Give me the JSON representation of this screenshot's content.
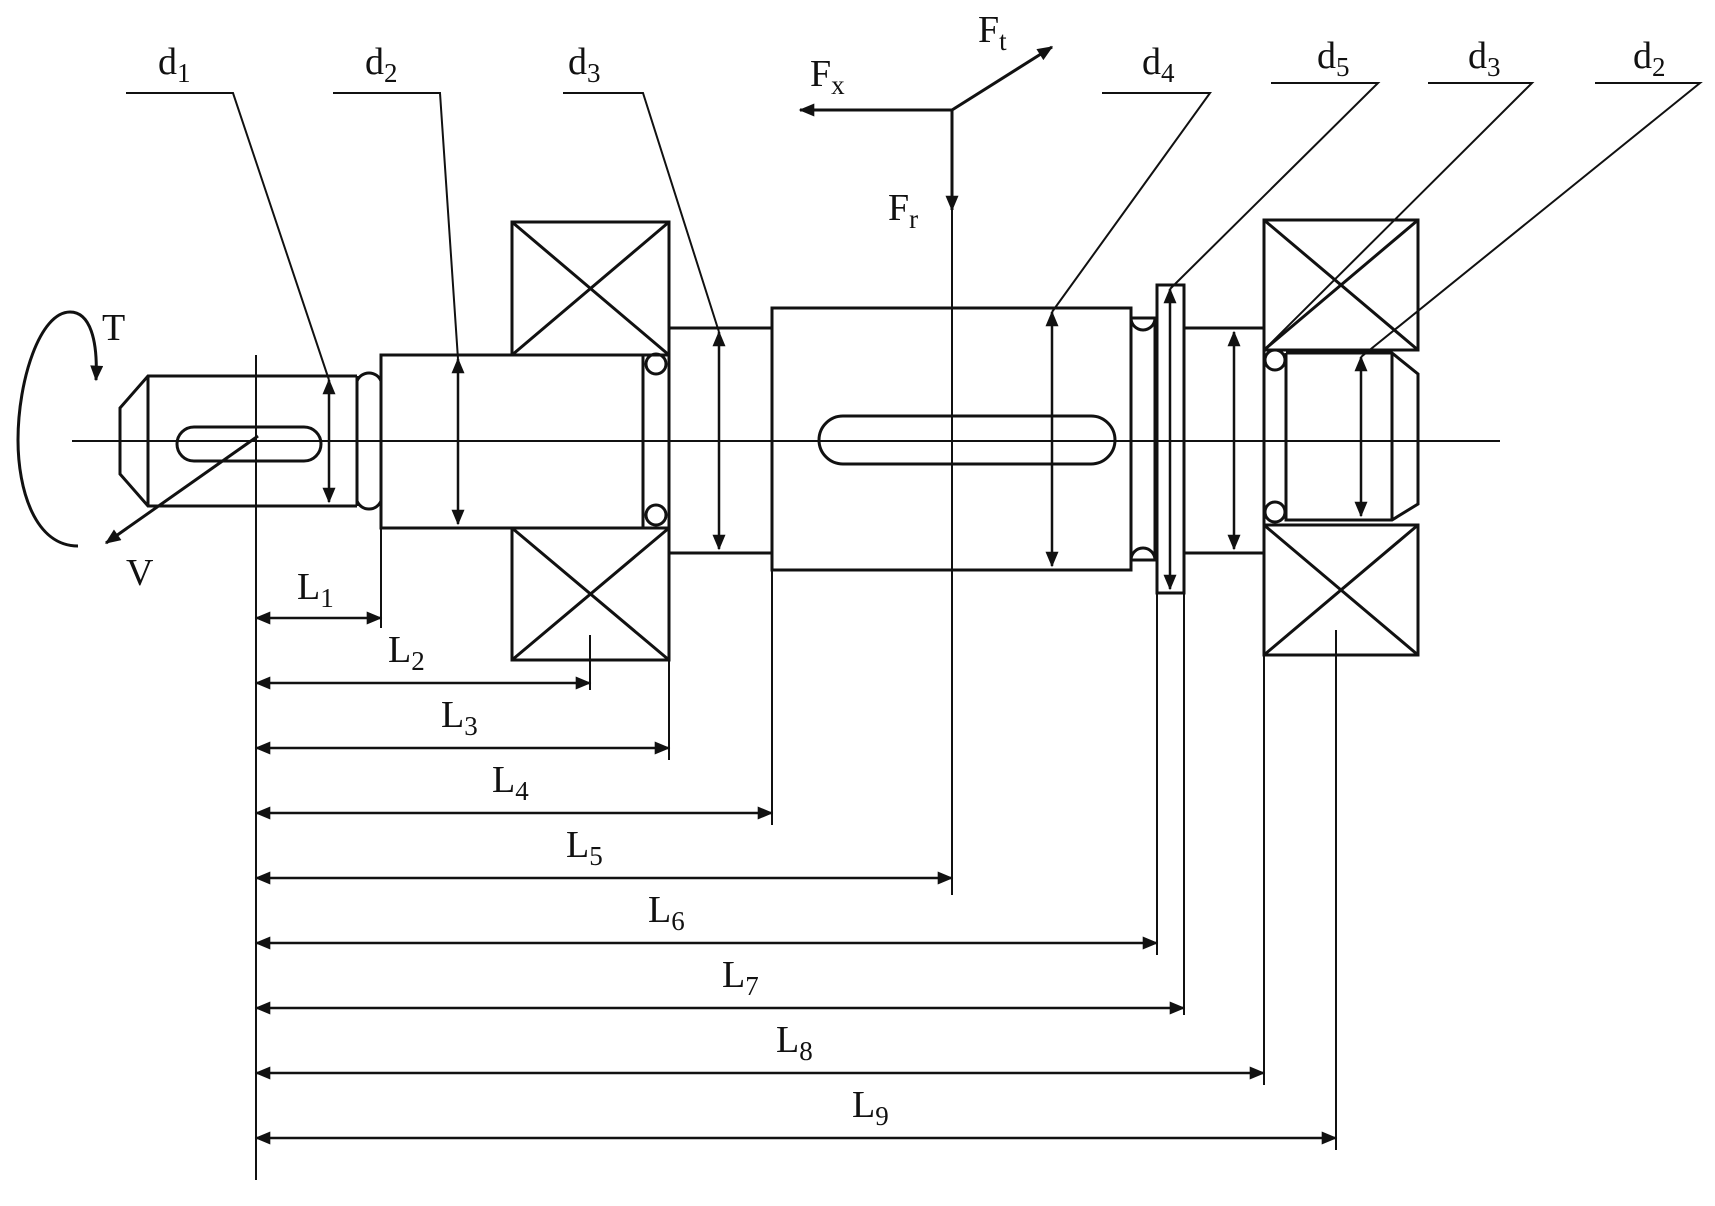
{
  "diameter_labels": [
    {
      "id": "d1-left",
      "base": "d",
      "sub": "1"
    },
    {
      "id": "d2-left",
      "base": "d",
      "sub": "2"
    },
    {
      "id": "d3-left",
      "base": "d",
      "sub": "3"
    },
    {
      "id": "d4",
      "base": "d",
      "sub": "4"
    },
    {
      "id": "d5",
      "base": "d",
      "sub": "5"
    },
    {
      "id": "d3-right",
      "base": "d",
      "sub": "3"
    },
    {
      "id": "d2-right",
      "base": "d",
      "sub": "2"
    }
  ],
  "length_labels": [
    {
      "id": "L1",
      "base": "L",
      "sub": "1"
    },
    {
      "id": "L2",
      "base": "L",
      "sub": "2"
    },
    {
      "id": "L3",
      "base": "L",
      "sub": "3"
    },
    {
      "id": "L4",
      "base": "L",
      "sub": "4"
    },
    {
      "id": "L5",
      "base": "L",
      "sub": "5"
    },
    {
      "id": "L6",
      "base": "L",
      "sub": "6"
    },
    {
      "id": "L7",
      "base": "L",
      "sub": "7"
    },
    {
      "id": "L8",
      "base": "L",
      "sub": "8"
    },
    {
      "id": "L9",
      "base": "L",
      "sub": "9"
    }
  ],
  "force_labels": {
    "tangential": {
      "base": "F",
      "sub": "t"
    },
    "axial": {
      "base": "F",
      "sub": "x"
    },
    "radial": {
      "base": "F",
      "sub": "r"
    }
  },
  "torque_label": "T",
  "velocity_label": "V"
}
